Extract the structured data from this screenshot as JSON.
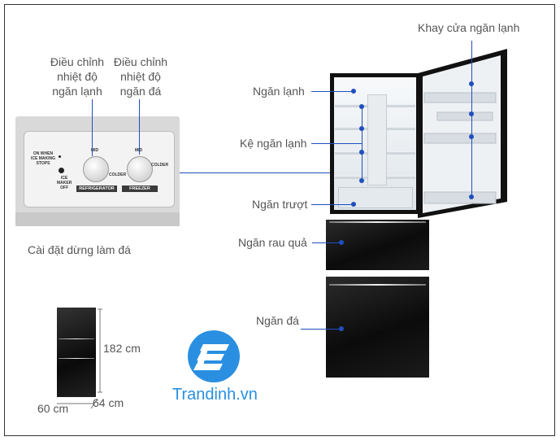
{
  "labels": {
    "khay_cua": "Khay cửa ngăn lạnh",
    "dieu_chinh_lanh": [
      "Điều chỉnh",
      "nhiệt độ",
      "ngăn lạnh"
    ],
    "dieu_chinh_da": [
      "Điều chỉnh",
      "nhiệt độ",
      "ngăn đá"
    ],
    "ngan_lanh": "Ngăn lạnh",
    "ke_ngan_lanh": "Kệ ngăn lạnh",
    "ngan_truot": "Ngăn trượt",
    "ngan_rau_qua": "Ngăn rau quả",
    "ngan_da": "Ngăn đá",
    "cai_dat": "Cài đặt dừng làm đá"
  },
  "control_panel": {
    "left_text": [
      "ON WHEN",
      "ICE MAKING",
      "STOPS"
    ],
    "ice_maker": [
      "ICE",
      "MAKER",
      "OFF"
    ],
    "mid_1": "MID",
    "colder_1": "COLDER",
    "mid_2": "MID",
    "colder_2": "COLDER",
    "refrigerator": "REFRIGERATOR",
    "freezer": "FREEZER"
  },
  "dimensions": {
    "height": "182 cm",
    "depth": "64 cm",
    "width": "60 cm"
  },
  "brand": {
    "name": "Trandinh.vn",
    "color": "#2a8fe0"
  },
  "colors": {
    "callout": "#1f4fbf",
    "fridge_body": "#0d0d0d"
  },
  "icons": [
    "trandinh-logo-icon"
  ]
}
